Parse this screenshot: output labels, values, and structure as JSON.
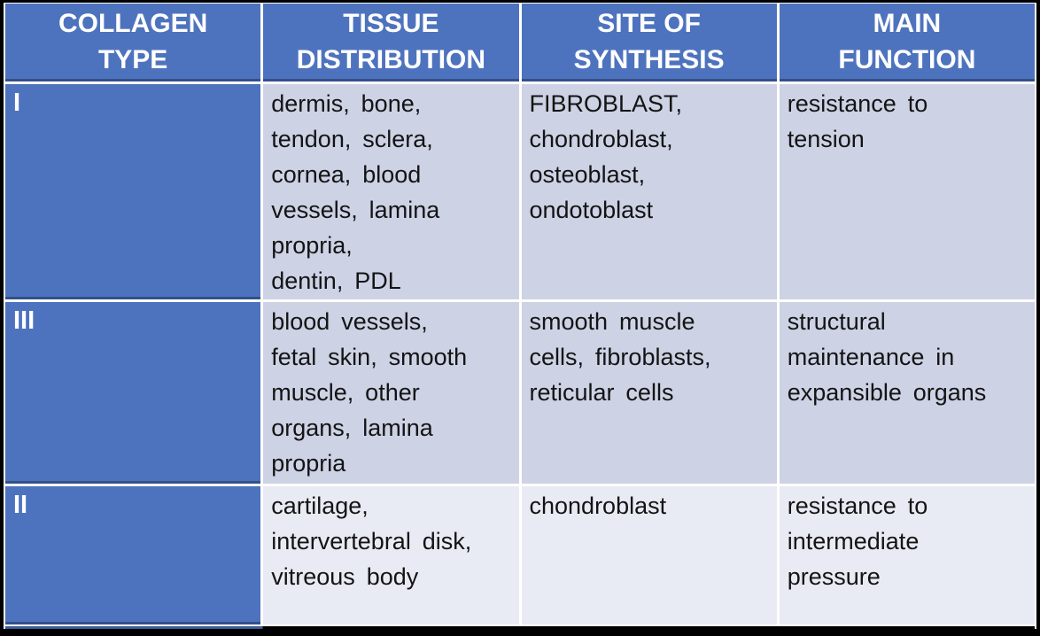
{
  "colors": {
    "header_blue": "#4E73BE",
    "dark_border": "#34508A",
    "row_shade_dark": "#CDD2E5",
    "row_shade_light": "#E9EBF4",
    "grid_line": "#FFFFFF",
    "strip_blue": "#3D5C9B",
    "text_dark": "#141414",
    "text_light": "#FFFFFF"
  },
  "table": {
    "columns": [
      {
        "id": "collagen_type",
        "label": "COLLAGEN\nTYPE"
      },
      {
        "id": "tissue_distribution",
        "label": "TISSUE\nDISTRIBUTION"
      },
      {
        "id": "site_of_synthesis",
        "label": "SITE OF\nSYNTHESIS"
      },
      {
        "id": "main_function",
        "label": "MAIN\nFUNCTION"
      }
    ],
    "rows": [
      {
        "type": "I",
        "tissue_distribution": "dermis, bone,\ntendon, sclera,\ncornea, blood\nvessels, lamina\npropria,\ndentin, PDL",
        "site_of_synthesis": "FIBROBLAST,\nchondroblast,\nosteoblast,\nondotoblast",
        "main_function": "resistance to\ntension"
      },
      {
        "type": "III",
        "tissue_distribution": "blood vessels,\nfetal skin, smooth\nmuscle, other\norgans, lamina\npropria",
        "site_of_synthesis": "smooth muscle\ncells, fibroblasts,\nreticular cells",
        "main_function": "structural\nmaintenance in\nexpansible organs"
      },
      {
        "type": "II",
        "tissue_distribution": "cartilage,\nintervertebral disk,\nvitreous body",
        "site_of_synthesis": "chondroblast",
        "main_function": "resistance to\nintermediate\npressure"
      }
    ]
  }
}
